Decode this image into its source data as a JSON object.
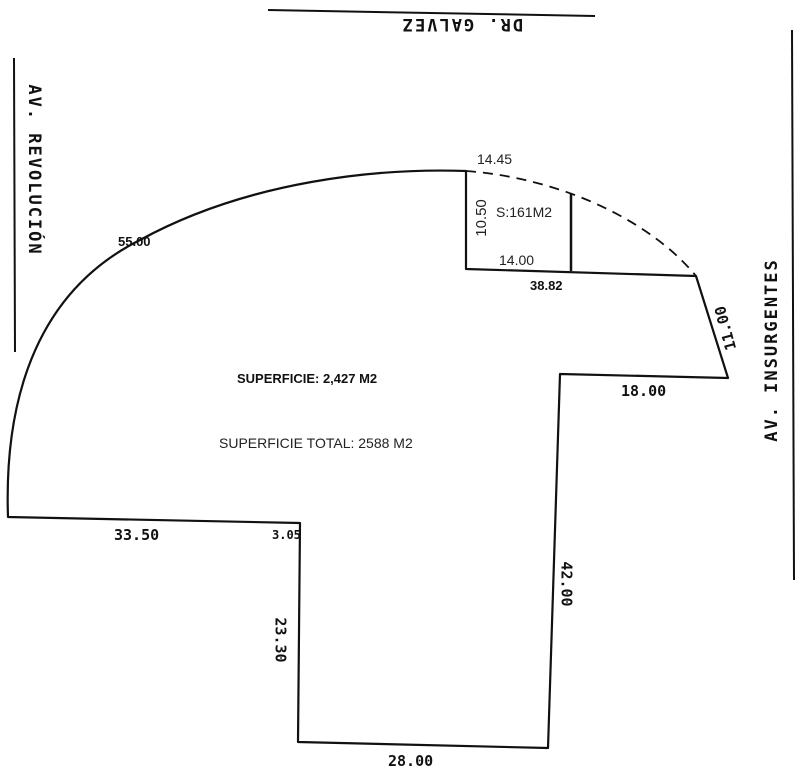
{
  "streets": {
    "north": "DR. GALVEZ",
    "west": "AV. REVOLUCIÓN",
    "east": "AV. INSURGENTES"
  },
  "dimensions": {
    "arc": "55.00",
    "top_notch_width": "14.45",
    "notch_height": "10.50",
    "small_area_base": "14.00",
    "top_edge": "38.82",
    "right_diagonal": "11.00",
    "right_step": "18.00",
    "bottom_left": "33.50",
    "small_step": "3.05",
    "left_vertical": "23.30",
    "bottom": "28.00",
    "right_vertical": "42.00"
  },
  "areas": {
    "small": "S:161M2",
    "main": "SUPERFICIE: 2,427 M2",
    "total": "SUPERFICIE TOTAL: 2588 M2"
  }
}
